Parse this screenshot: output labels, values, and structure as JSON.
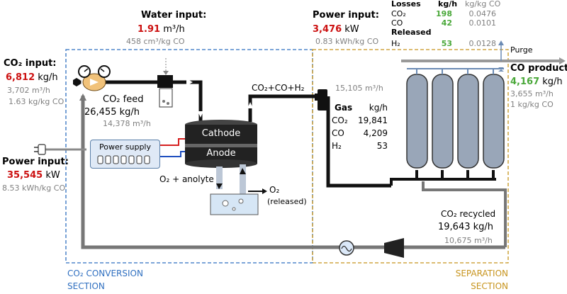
{
  "water": {
    "title": "Water input:",
    "value": "1.91",
    "unit": "m³/h",
    "spec": "458 cm³/kg CO"
  },
  "power_top": {
    "title": "Power input:",
    "value": "3,476",
    "unit": "kW",
    "spec": "0.83 kWh/kg CO"
  },
  "power_left": {
    "title": "Power input:",
    "value": "35,545",
    "unit": "kW",
    "spec": "8.53 kWh/kg CO"
  },
  "co2_input": {
    "title": "CO₂ input:",
    "value": "6,812",
    "unit": "kg/h",
    "flow": "3,702  m³/h",
    "spec": "1.63 kg/kg CO"
  },
  "co2_feed": {
    "label": "CO₂ feed",
    "mass": "26,455",
    "unit": "kg/h",
    "vol": "14,378  m³/h"
  },
  "stream": {
    "label": "CO₂+CO+H₂",
    "vol": "15,105 m³/h"
  },
  "gas_table": {
    "header": [
      "Gas",
      "kg/h"
    ],
    "rows": [
      [
        "CO₂",
        "19,841"
      ],
      [
        "CO",
        "4,209"
      ],
      [
        "H₂",
        "53"
      ]
    ]
  },
  "losses_table": {
    "headers": [
      "Losses",
      "kg/h",
      "kg/kg CO"
    ],
    "rows": [
      [
        "CO₂",
        "198",
        "0.0476"
      ],
      [
        "CO",
        "42",
        "0.0101"
      ]
    ],
    "released_label": "Released",
    "released_row": [
      "H₂",
      "53",
      "0.0128"
    ]
  },
  "purge": "Purge",
  "co_product": {
    "title": "CO product:",
    "value": "4,167",
    "unit": "kg/h",
    "flow": "3,655  m³/h",
    "spec": "1 kg/kg CO"
  },
  "electrolyzer": {
    "cathode": "Cathode",
    "anode": "Anode"
  },
  "power_supply": "Power supply",
  "o2_anolyte": "O₂ + anolyte",
  "o2_released": {
    "label": "O₂",
    "note": "(released)"
  },
  "recycle": {
    "label": "CO₂ recycled",
    "mass": "19,643",
    "unit": "kg/h",
    "vol": "10,675   m³/h"
  },
  "sections": {
    "left_line1": "CO₂ CONVERSION",
    "left_line2": "SECTION",
    "right_line1": "SEPARATION",
    "right_line2": "SECTION"
  },
  "colors": {
    "left_section": "#2f6fc0",
    "right_section": "#c7941d",
    "highlight_red": "#cc1111",
    "highlight_green": "#4aa83a",
    "pipe": "#111111",
    "recycle_pipe": "#777777"
  }
}
